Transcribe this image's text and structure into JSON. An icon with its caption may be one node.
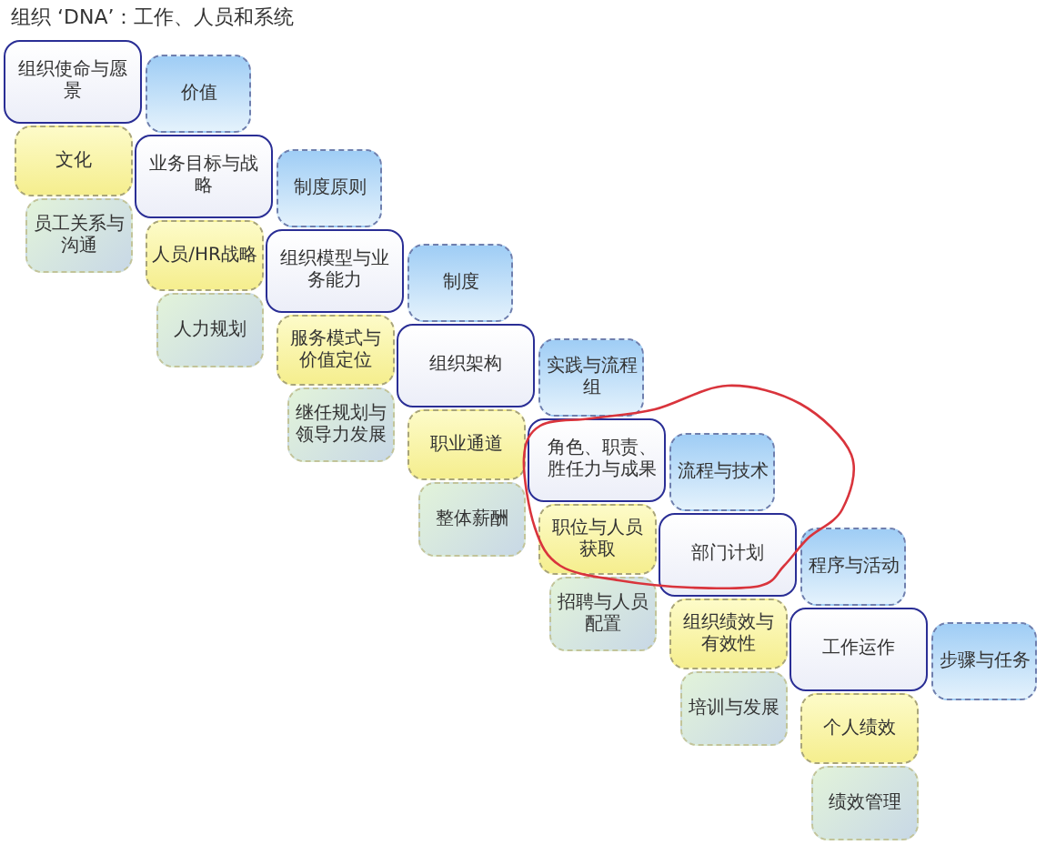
{
  "diagram": {
    "title": "组织 ‘DNA’：工作、人员和系统",
    "nodes": [
      {
        "text": [
          "组织使命与愿景"
        ]
      },
      {
        "text": [
          "价值"
        ]
      },
      {
        "text": [
          "文化"
        ]
      },
      {
        "text": [
          "员工关系与沟通"
        ]
      },
      {
        "text": [
          "业务目标与战略"
        ]
      },
      {
        "text": [
          "制度原则"
        ]
      },
      {
        "text": [
          "人员/HR战略"
        ]
      },
      {
        "text": [
          "人力规划"
        ]
      },
      {
        "text": [
          "组织模型与业务能力"
        ]
      },
      {
        "text": [
          "制度"
        ]
      },
      {
        "text": [
          "服务模式与价值定位"
        ]
      },
      {
        "text": [
          "继任规划与领导力发展"
        ]
      },
      {
        "text": [
          "组织架构"
        ]
      },
      {
        "text": [
          "实践与流程组"
        ]
      },
      {
        "text": [
          "职业通道"
        ]
      },
      {
        "text": [
          "整体薪酬"
        ]
      },
      {
        "text": [
          "角色、职责、胜任力与成果"
        ]
      },
      {
        "text": [
          "流程与技术"
        ]
      },
      {
        "text": [
          "职位与人员获取"
        ]
      },
      {
        "text": [
          "招聘与人员配置"
        ]
      },
      {
        "text": [
          "部门计划"
        ]
      },
      {
        "text": [
          "程序与活动"
        ]
      },
      {
        "text": [
          "组织绩效与有效性"
        ]
      },
      {
        "text": [
          "培训与发展"
        ]
      },
      {
        "text": [
          "工作运作"
        ]
      },
      {
        "text": [
          "步骤与任务"
        ]
      },
      {
        "text": [
          "个人绩效"
        ]
      },
      {
        "text": [
          "绩效管理"
        ]
      }
    ]
  }
}
